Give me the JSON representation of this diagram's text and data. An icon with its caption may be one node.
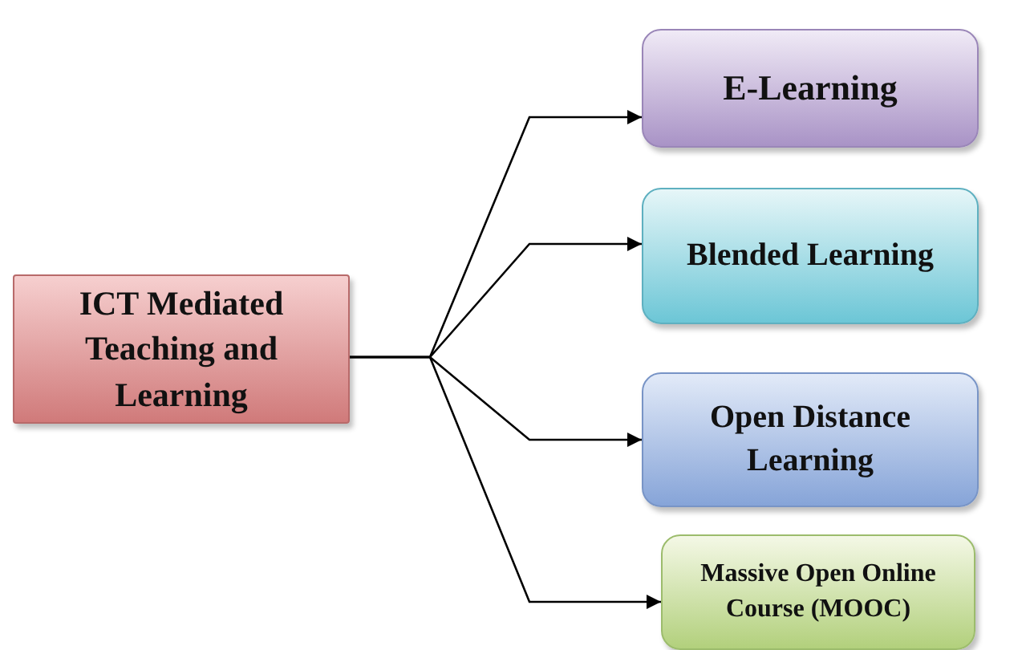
{
  "diagram": {
    "nodes": [
      {
        "text": [
          "ICT Mediated Teaching and Learning"
        ]
      },
      {
        "text": [
          "E-Learning"
        ]
      },
      {
        "text": [
          "Blended Learning"
        ]
      },
      {
        "text": [
          "Open Distance Learning"
        ]
      },
      {
        "text": [
          "Massive Open Online Course (MOOC)"
        ]
      }
    ],
    "edges": [
      {
        "from": 0,
        "to": 1,
        "arrow": "to"
      },
      {
        "from": 0,
        "to": 2,
        "arrow": "to"
      },
      {
        "from": 0,
        "to": 3,
        "arrow": "to"
      },
      {
        "from": 0,
        "to": 4,
        "arrow": "to"
      }
    ]
  }
}
